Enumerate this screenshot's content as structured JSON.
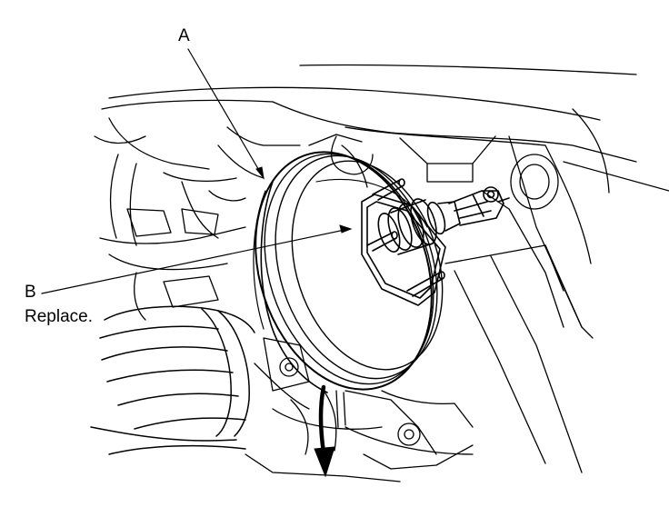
{
  "labels": {
    "a": "A",
    "b": "B",
    "b_note": "Replace."
  },
  "colors": {
    "line": "#000000",
    "background": "#ffffff"
  }
}
